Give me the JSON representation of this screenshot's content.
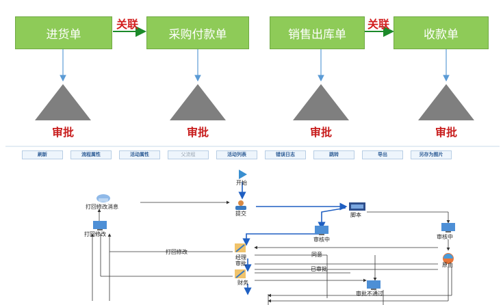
{
  "top_flow": {
    "boxes": [
      "进货单",
      "采购付款单",
      "销售出库单",
      "收款单"
    ],
    "relation_label": "关联",
    "approval_label": "审批",
    "colors": {
      "box": "#8ecb58",
      "relation_arrow": "#1c8a2a",
      "approval_text": "#c81e1e",
      "drop_arrow": "#5b9bd5",
      "triangle": "#7f7f7f"
    }
  },
  "toolbar": {
    "buttons": [
      "刷新",
      "流程属性",
      "活动属性",
      "父流程",
      "活动列表",
      "错误日志",
      "跳转",
      "导出",
      "另存为图片"
    ],
    "disabled_index": 3
  },
  "workflow": {
    "nodes": {
      "start": "开始",
      "submit": "提交",
      "script": "脚本",
      "review_left": "审核中",
      "review_right": "审核中",
      "return_modify": "打回修改",
      "return_notice": "打回修改消息",
      "manager_line1": "经理",
      "manager_line2": "审批",
      "finance": "财务",
      "reject": "审批不通过",
      "reason": "原由"
    },
    "edge_labels": {
      "return_edge": "打回修改",
      "agree": "同意",
      "other": "已审批"
    }
  }
}
